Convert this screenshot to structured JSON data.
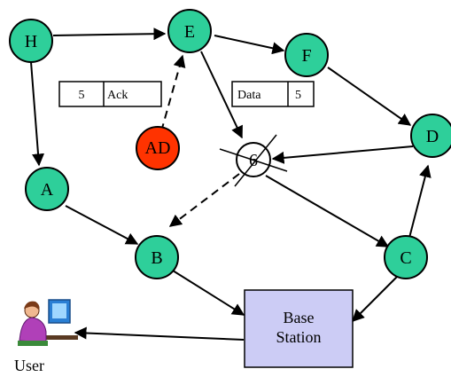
{
  "nodes": {
    "H": {
      "label": "H",
      "color": "#2ecf9a"
    },
    "E": {
      "label": "E",
      "color": "#2ecf9a"
    },
    "F": {
      "label": "F",
      "color": "#2ecf9a"
    },
    "D": {
      "label": "D",
      "color": "#2ecf9a"
    },
    "A": {
      "label": "A",
      "color": "#2ecf9a"
    },
    "B": {
      "label": "B",
      "color": "#2ecf9a"
    },
    "C": {
      "label": "C",
      "color": "#2ecf9a"
    },
    "AD": {
      "label": "AD",
      "color": "#ff3300"
    }
  },
  "ack_packet": {
    "seq": "5",
    "text": "Ack"
  },
  "data_packet": {
    "text": "Data",
    "seq": "5"
  },
  "base_station": {
    "line1": "Base",
    "line2": "Station",
    "color": "#ccccf5"
  },
  "user": {
    "label": "User"
  }
}
